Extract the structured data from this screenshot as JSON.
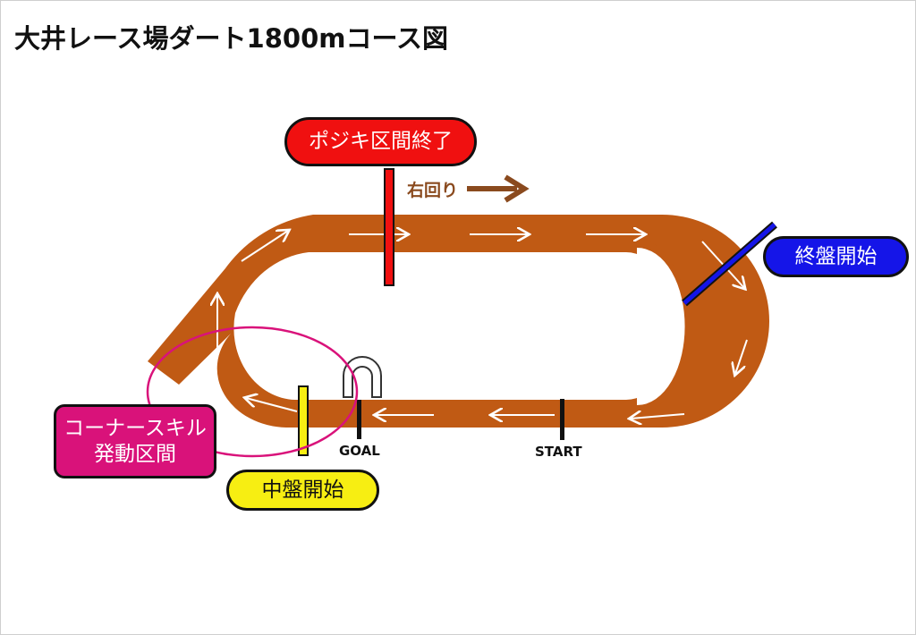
{
  "title": "大井レース場ダート1800mコース図",
  "direction_label": "右回り",
  "markers": {
    "goal": "GOAL",
    "start": "START"
  },
  "zones": {
    "pojiki_end": "ポジキ区間終了",
    "final_stage_start": "終盤開始",
    "corner_skill_line1": "コーナースキル",
    "corner_skill_line2": "発動区間",
    "mid_stage_start": "中盤開始"
  },
  "colors": {
    "track": "#c05a14",
    "direction_arrow": "#8a4a1e",
    "pojiki": "#f01010",
    "final_stage": "#1515e8",
    "corner_skill": "#d9127a",
    "mid_stage": "#f7ee12"
  }
}
